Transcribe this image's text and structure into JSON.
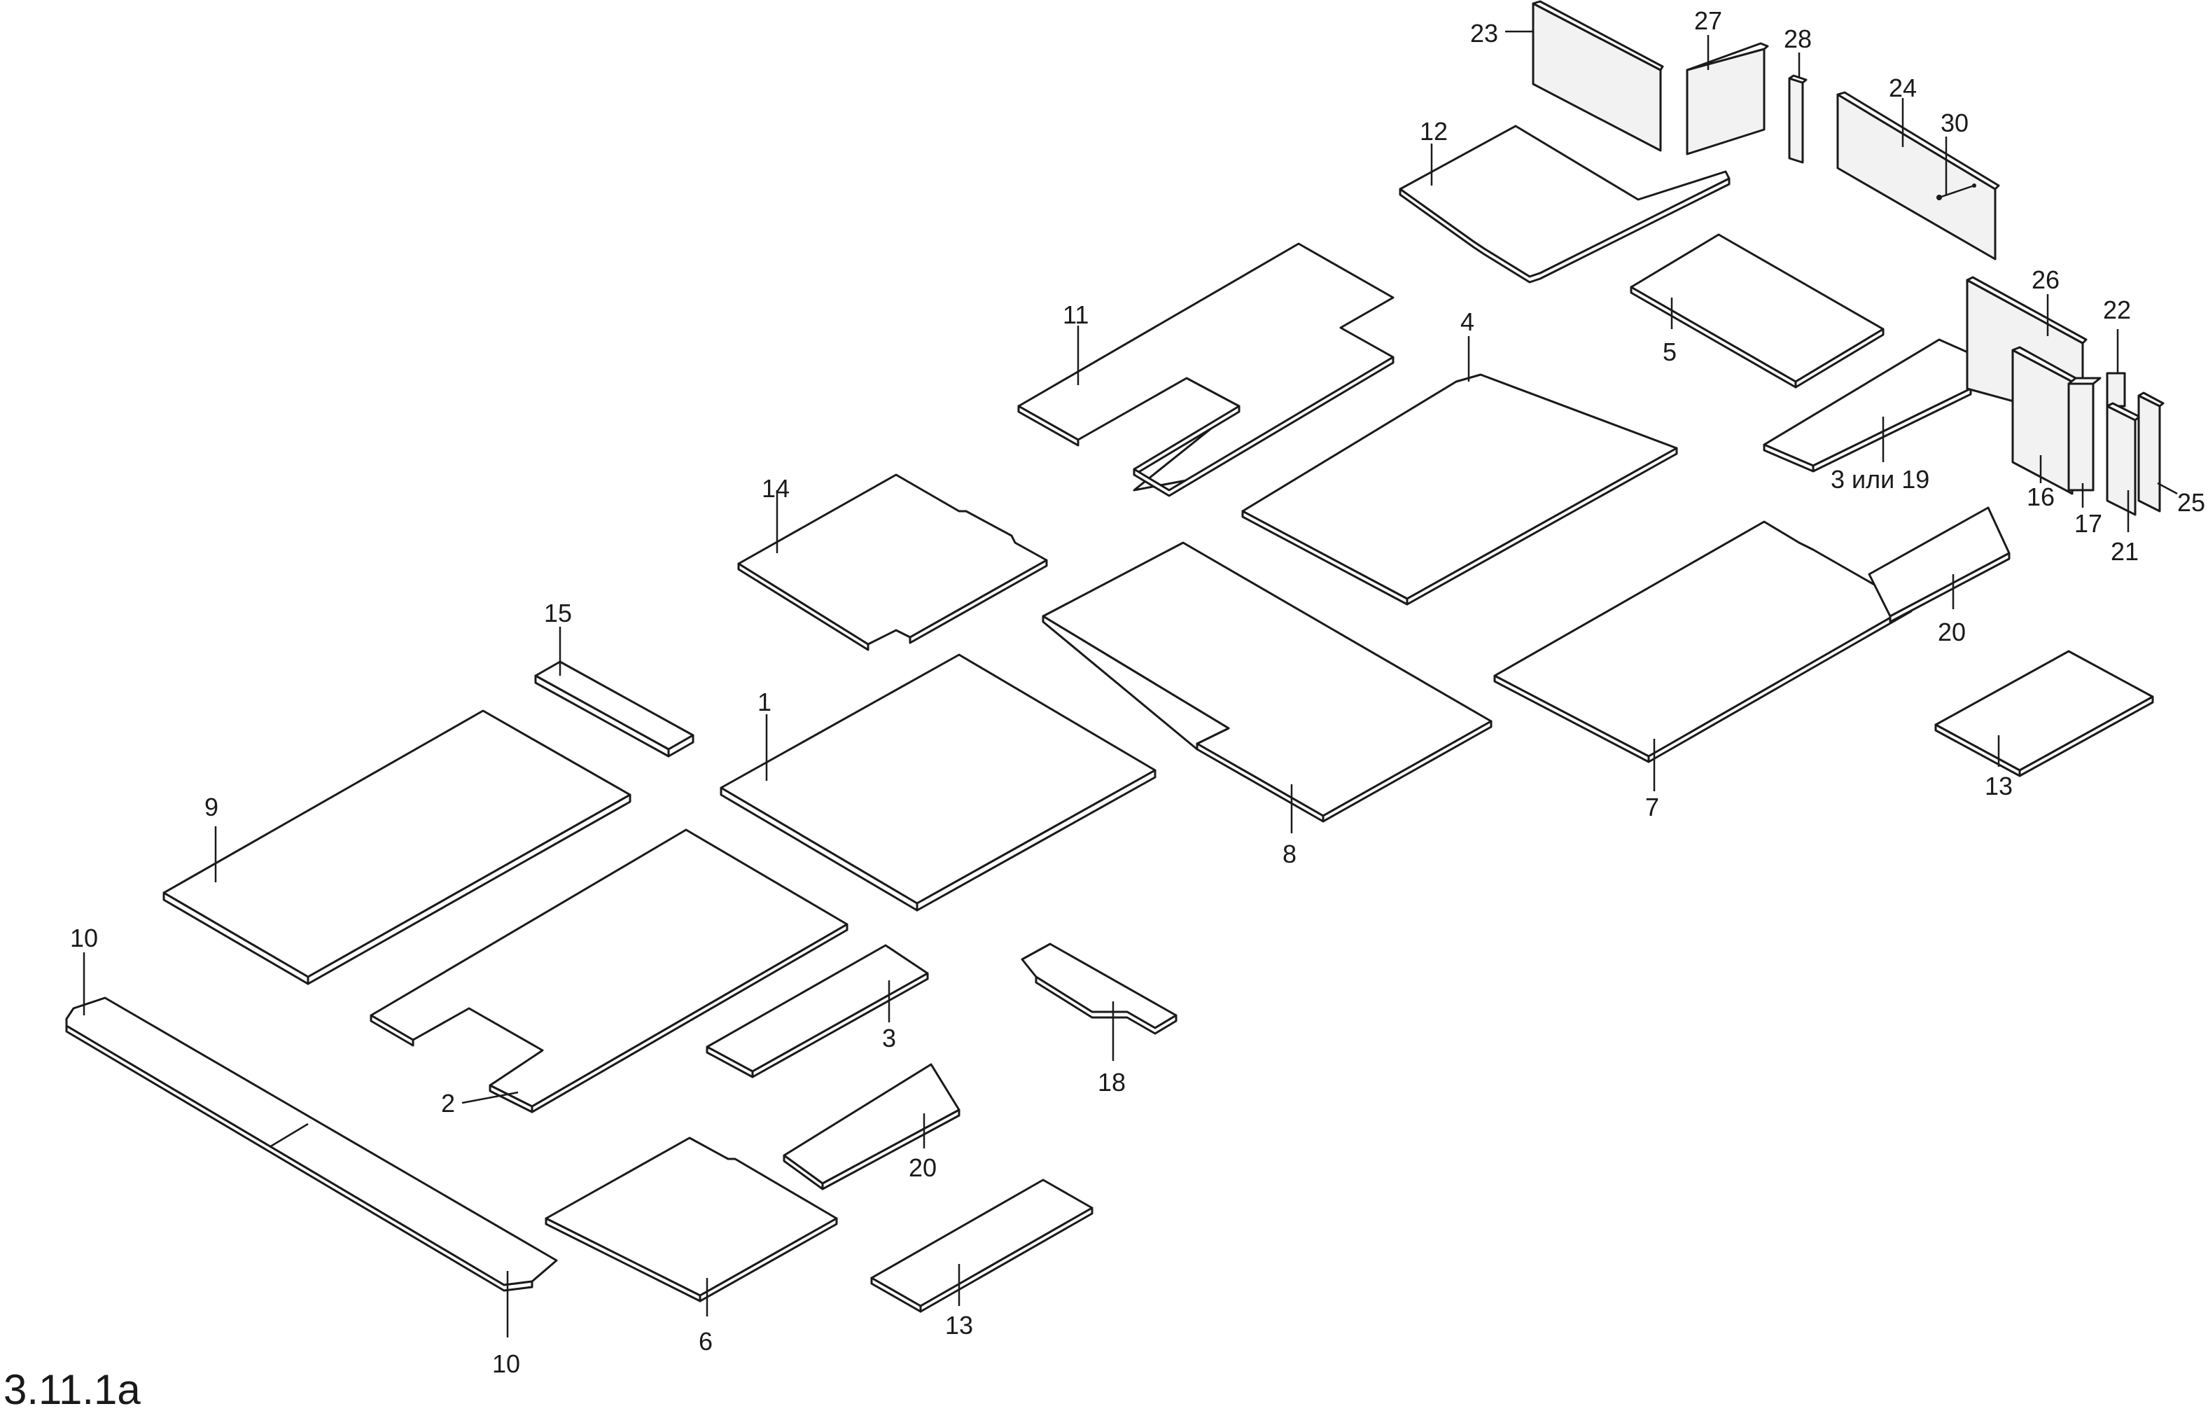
{
  "figure_label": "3.11.1а",
  "labels": {
    "l1": "1",
    "l2": "2",
    "l3a": "3",
    "l3b": "3 или 19",
    "l4": "4",
    "l5": "5",
    "l6": "6",
    "l7": "7",
    "l8": "8",
    "l9": "9",
    "l10a": "10",
    "l10b": "10",
    "l11": "11",
    "l12": "12",
    "l13a": "13",
    "l13b": "13",
    "l14": "14",
    "l15": "15",
    "l16": "16",
    "l17": "17",
    "l18": "18",
    "l20a": "20",
    "l20b": "20",
    "l21": "21",
    "l22": "22",
    "l23": "23",
    "l24": "24",
    "l25": "25",
    "l26": "26",
    "l27": "27",
    "l28": "28",
    "l30": "30"
  }
}
